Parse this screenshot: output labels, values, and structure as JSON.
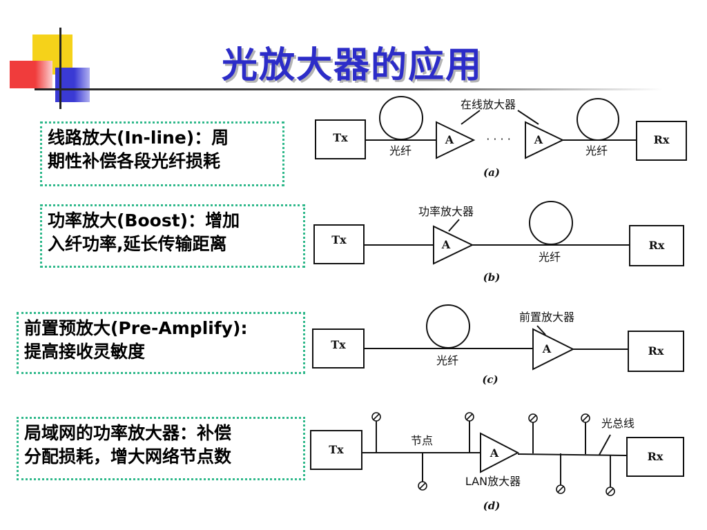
{
  "title": "光放大器的应用",
  "descriptions": [
    {
      "line1": "线路放大(In-line)：周",
      "line2": "期性补偿各段光纤损耗"
    },
    {
      "line1": "功率放大(Boost)：增加",
      "line2": "入纤功率,延长传输距离"
    },
    {
      "line1": "前置预放大(Pre-Amplify):",
      "line2": "提高接收灵敏度"
    },
    {
      "line1": "局域网的功率放大器：补偿",
      "line2": "分配损耗，增大网络节点数"
    }
  ],
  "diagrams": {
    "common": {
      "tx": "Tx",
      "rx": "Rx",
      "amp": "A",
      "fiber": "光纤"
    },
    "a": {
      "caption": "(a)",
      "amp_label": "在线放大器",
      "dots": "· · · ·"
    },
    "b": {
      "caption": "(b)",
      "amp_label": "功率放大器"
    },
    "c": {
      "caption": "(c)",
      "amp_label": "前置放大器"
    },
    "d": {
      "caption": "(d)",
      "node_label": "节点",
      "bus_label": "光总线",
      "amp_label": "LAN放大器"
    }
  },
  "colors": {
    "title": "#2c2cc8",
    "border": "#2eb88a",
    "deco_yellow": "#f5d21a",
    "deco_red": "#f03c3c",
    "deco_blue": "#3a3ad4"
  }
}
